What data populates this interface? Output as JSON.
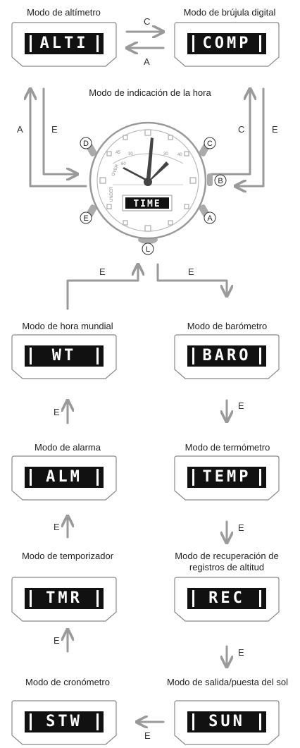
{
  "labels": {
    "alti": "Modo de altímetro",
    "comp": "Modo de brújula digital",
    "time": "Modo de indicación de la hora",
    "wt": "Modo de hora mundial",
    "baro": "Modo de barómetro",
    "alm": "Modo de alarma",
    "temp": "Modo de termómetro",
    "tmr": "Modo de temporizador",
    "rec": "Modo de recuperación de registros de altitud",
    "stw": "Modo de cronómetro",
    "sun": "Modo de salida/puesta del sol"
  },
  "displays": {
    "alti": "ALTI",
    "comp": "COMP",
    "time": "TIME",
    "wt": "WT",
    "baro": "BARO",
    "alm": "ALM",
    "temp": "TEMP",
    "tmr": "TMR",
    "rec": "REC",
    "stw": "STW",
    "sun": "SUN"
  },
  "buttons": {
    "a": "A",
    "b": "B",
    "c": "C",
    "d": "D",
    "e": "E",
    "l": "L"
  },
  "arrows": {
    "a": "A",
    "c": "C",
    "e": "E"
  },
  "watch_marks": {
    "n30a": "30",
    "n45": "45",
    "n60": "60",
    "n30b": "30",
    "n40": "40",
    "over": "OVER",
    "under": "UNDER"
  },
  "colors": {
    "arrow": "#9a9a9a",
    "lcd": "#111111",
    "outline": "#888888"
  }
}
